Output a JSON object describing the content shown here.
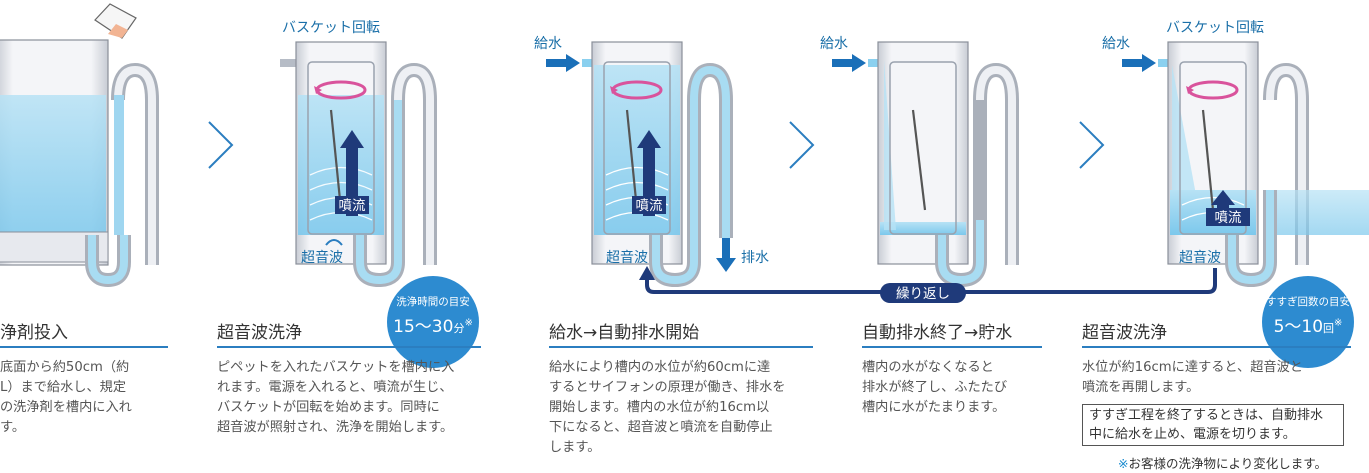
{
  "colors": {
    "accent": "#2b7ec0",
    "water": "#a8dcf2",
    "arrow_dark": "#1f3a7a",
    "swirl": "#d9539c"
  },
  "diagram_labels": {
    "basket_rotation": "バスケット回転",
    "ultrasonic": "超音波",
    "jet": "噴流",
    "water_supply": "給水",
    "drain": "排水",
    "repeat": "繰り返し"
  },
  "badges": {
    "wash_time": {
      "title": "洗浄時間の目安",
      "value": "15〜30",
      "unit": "分",
      "mark": "※"
    },
    "rinse_count": {
      "title": "すすぎ回数の目安",
      "value": "5〜10",
      "unit": "回",
      "mark": "※"
    }
  },
  "steps": [
    {
      "title": "浄剤投入",
      "lines": [
        "底面から約50cm（約",
        "L）まで給水し、規定",
        "の洗浄剤を槽内に入れ",
        "す。"
      ]
    },
    {
      "title": "超音波洗浄",
      "lines": [
        "ピペットを入れたバスケットを槽内に入",
        "れます。電源を入れると、噴流が生じ、",
        "バスケットが回転を始めます。同時に",
        "超音波が照射され、洗浄を開始します。"
      ]
    },
    {
      "title": "給水→自動排水開始",
      "lines": [
        "給水により槽内の水位が約60cmに達",
        "するとサイフォンの原理が働き、排水を",
        "開始します。槽内の水位が約16cm以",
        "下になると、超音波と噴流を自動停止",
        "します。"
      ]
    },
    {
      "title": "自動排水終了→貯水",
      "lines": [
        "槽内の水がなくなると",
        "排水が終了し、ふたたび",
        "槽内に水がたまります。"
      ]
    },
    {
      "title": "超音波洗浄",
      "lines": [
        "水位が約16cmに達すると、超音波と",
        "噴流を再開します。"
      ]
    }
  ],
  "note": {
    "lines": [
      "すすぎ工程を終了するときは、自動排水",
      "中に給水を止め、電源を切ります。"
    ]
  },
  "footnote": {
    "mark": "※",
    "text": "お客様の洗浄物により変化します。"
  }
}
